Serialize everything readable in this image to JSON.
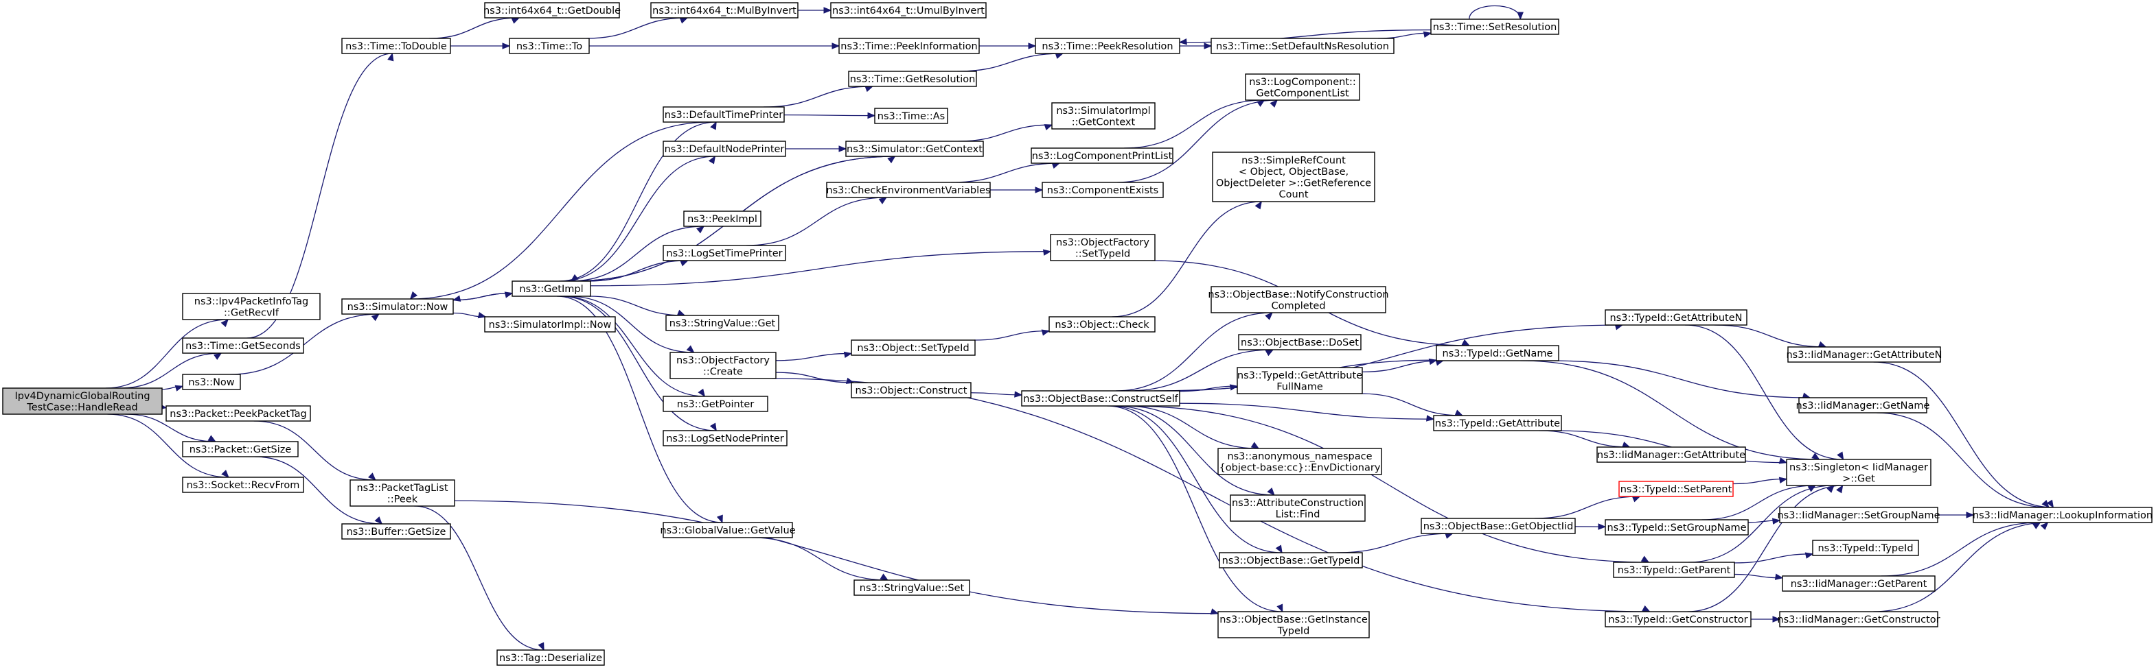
{
  "nodes": [
    {
      "id": "root",
      "lines": [
        "Ipv4DynamicGlobalRouting",
        "TestCase::HandleRead"
      ],
      "style": "root"
    },
    {
      "id": "ipv4pkt",
      "lines": [
        "ns3::Ipv4PacketInfoTag",
        "::GetRecvIf"
      ]
    },
    {
      "id": "getsec",
      "lines": [
        "ns3::Time::GetSeconds"
      ]
    },
    {
      "id": "now",
      "lines": [
        "ns3::Now"
      ]
    },
    {
      "id": "peekpkttag",
      "lines": [
        "ns3::Packet::PeekPacketTag"
      ]
    },
    {
      "id": "pktgetsize",
      "lines": [
        "ns3::Packet::GetSize"
      ]
    },
    {
      "id": "recvfrom",
      "lines": [
        "ns3::Socket::RecvFrom"
      ]
    },
    {
      "id": "todouble",
      "lines": [
        "ns3::Time::ToDouble"
      ]
    },
    {
      "id": "simnow",
      "lines": [
        "ns3::Simulator::Now"
      ]
    },
    {
      "id": "ptlpeek",
      "lines": [
        "ns3::PacketTagList",
        "::Peek"
      ]
    },
    {
      "id": "bufsize",
      "lines": [
        "ns3::Buffer::GetSize"
      ]
    },
    {
      "id": "getdouble",
      "lines": [
        "ns3::int64x64_t::GetDouble"
      ]
    },
    {
      "id": "timeto",
      "lines": [
        "ns3::Time::To"
      ]
    },
    {
      "id": "getimpl",
      "lines": [
        "ns3::GetImpl"
      ]
    },
    {
      "id": "simimplnow",
      "lines": [
        "ns3::SimulatorImpl::Now"
      ]
    },
    {
      "id": "tagdeser",
      "lines": [
        "ns3::Tag::Deserialize"
      ]
    },
    {
      "id": "mulbyinv",
      "lines": [
        "ns3::int64x64_t::MulByInvert"
      ]
    },
    {
      "id": "umulbyinv",
      "lines": [
        "ns3::int64x64_t::UmulByInvert"
      ]
    },
    {
      "id": "peekinfo",
      "lines": [
        "ns3::Time::PeekInformation"
      ]
    },
    {
      "id": "peekres",
      "lines": [
        "ns3::Time::PeekResolution"
      ]
    },
    {
      "id": "setdefres",
      "lines": [
        "ns3::Time::SetDefaultNsResolution"
      ]
    },
    {
      "id": "setres",
      "lines": [
        "ns3::Time::SetResolution"
      ]
    },
    {
      "id": "getres",
      "lines": [
        "ns3::Time::GetResolution"
      ]
    },
    {
      "id": "defaulttp",
      "lines": [
        "ns3::DefaultTimePrinter"
      ]
    },
    {
      "id": "timeas",
      "lines": [
        "ns3::Time::As"
      ]
    },
    {
      "id": "defaultnp",
      "lines": [
        "ns3::DefaultNodePrinter"
      ]
    },
    {
      "id": "simgetctx",
      "lines": [
        "ns3::Simulator::GetContext"
      ]
    },
    {
      "id": "simimplctx",
      "lines": [
        "ns3::SimulatorImpl",
        "::GetContext"
      ]
    },
    {
      "id": "peekimpl",
      "lines": [
        "ns3::PeekImpl"
      ]
    },
    {
      "id": "logsettp",
      "lines": [
        "ns3::LogSetTimePrinter"
      ]
    },
    {
      "id": "checkenv",
      "lines": [
        "ns3::CheckEnvironmentVariables"
      ]
    },
    {
      "id": "logcomplist",
      "lines": [
        "ns3::LogComponent::",
        "GetComponentList"
      ]
    },
    {
      "id": "logcompprint",
      "lines": [
        "ns3::LogComponentPrintList"
      ]
    },
    {
      "id": "compexists",
      "lines": [
        "ns3::ComponentExists"
      ]
    },
    {
      "id": "strvalget",
      "lines": [
        "ns3::StringValue::Get"
      ]
    },
    {
      "id": "objfcreate",
      "lines": [
        "ns3::ObjectFactory",
        "::Create"
      ]
    },
    {
      "id": "objfsettid",
      "lines": [
        "ns3::ObjectFactory",
        "::SetTypeId"
      ]
    },
    {
      "id": "simplerc",
      "lines": [
        "ns3::SimpleRefCount",
        "< Object, ObjectBase,",
        " ObjectDeleter >::GetReference",
        "Count"
      ]
    },
    {
      "id": "objsettid",
      "lines": [
        "ns3::Object::SetTypeId"
      ]
    },
    {
      "id": "objcheck",
      "lines": [
        "ns3::Object::Check"
      ]
    },
    {
      "id": "objconstruct",
      "lines": [
        "ns3::Object::Construct"
      ]
    },
    {
      "id": "getpointer",
      "lines": [
        "ns3::GetPointer"
      ]
    },
    {
      "id": "logsetnp",
      "lines": [
        "ns3::LogSetNodePrinter"
      ]
    },
    {
      "id": "gvgetval",
      "lines": [
        "ns3::GlobalValue::GetValue"
      ]
    },
    {
      "id": "strvalset",
      "lines": [
        "ns3::StringValue::Set"
      ]
    },
    {
      "id": "constructself",
      "lines": [
        "ns3::ObjectBase::ConstructSelf"
      ]
    },
    {
      "id": "notifyconst",
      "lines": [
        "ns3::ObjectBase::NotifyConstruction",
        "Completed"
      ]
    },
    {
      "id": "doset",
      "lines": [
        "ns3::ObjectBase::DoSet"
      ]
    },
    {
      "id": "getattrfull",
      "lines": [
        "ns3::TypeId::GetAttribute",
        "FullName"
      ]
    },
    {
      "id": "envdict",
      "lines": [
        "ns3::anonymous_namespace",
        "{object-base:cc}::EnvDictionary"
      ]
    },
    {
      "id": "attrconstfind",
      "lines": [
        "ns3::AttributeConstruction",
        "List::Find"
      ]
    },
    {
      "id": "obgettid",
      "lines": [
        "ns3::ObjectBase::GetTypeId"
      ]
    },
    {
      "id": "obgetinsttid",
      "lines": [
        "ns3::ObjectBase::GetInstance",
        "TypeId"
      ]
    },
    {
      "id": "obgetobjtid",
      "lines": [
        "ns3::ObjectBase::GetObjectIid"
      ]
    },
    {
      "id": "tidgetattrn",
      "lines": [
        "ns3::TypeId::GetAttributeN"
      ]
    },
    {
      "id": "tidgetname",
      "lines": [
        "ns3::TypeId::GetName"
      ]
    },
    {
      "id": "tidgetattr",
      "lines": [
        "ns3::TypeId::GetAttribute"
      ]
    },
    {
      "id": "tidsetparent",
      "lines": [
        "ns3::TypeId::SetParent"
      ],
      "style": "red"
    },
    {
      "id": "tidsetgroup",
      "lines": [
        "ns3::TypeId::SetGroupName"
      ]
    },
    {
      "id": "tidgetparent",
      "lines": [
        "ns3::TypeId::GetParent"
      ]
    },
    {
      "id": "tidgetctor",
      "lines": [
        "ns3::TypeId::GetConstructor"
      ]
    },
    {
      "id": "iidgetattrn",
      "lines": [
        "ns3::IidManager::GetAttributeN"
      ]
    },
    {
      "id": "iidgetname",
      "lines": [
        "ns3::IidManager::GetName"
      ]
    },
    {
      "id": "iidgetattr",
      "lines": [
        "ns3::IidManager::GetAttribute"
      ]
    },
    {
      "id": "singleton",
      "lines": [
        "ns3::Singleton< IidManager",
        " >::Get"
      ]
    },
    {
      "id": "iidsetgroup",
      "lines": [
        "ns3::IidManager::SetGroupName"
      ]
    },
    {
      "id": "tidtid",
      "lines": [
        "ns3::TypeId::TypeId"
      ]
    },
    {
      "id": "iidgetparent",
      "lines": [
        "ns3::IidManager::GetParent"
      ]
    },
    {
      "id": "iidgetctor",
      "lines": [
        "ns3::IidManager::GetConstructor"
      ]
    },
    {
      "id": "iidlookup",
      "lines": [
        "ns3::IidManager::LookupInformation"
      ]
    }
  ],
  "edges": [
    [
      "root",
      "ipv4pkt"
    ],
    [
      "root",
      "getsec"
    ],
    [
      "root",
      "now"
    ],
    [
      "root",
      "peekpkttag"
    ],
    [
      "root",
      "pktgetsize"
    ],
    [
      "root",
      "recvfrom"
    ],
    [
      "getsec",
      "todouble"
    ],
    [
      "now",
      "simnow"
    ],
    [
      "peekpkttag",
      "ptlpeek"
    ],
    [
      "pktgetsize",
      "bufsize"
    ],
    [
      "todouble",
      "getdouble"
    ],
    [
      "todouble",
      "timeto"
    ],
    [
      "simnow",
      "getimpl"
    ],
    [
      "simnow",
      "simimplnow"
    ],
    [
      "ptlpeek",
      "tagdeser"
    ],
    [
      "ptlpeek",
      "obgetinsttid"
    ],
    [
      "timeto",
      "mulbyinv"
    ],
    [
      "timeto",
      "peekinfo"
    ],
    [
      "mulbyinv",
      "umulbyinv"
    ],
    [
      "peekinfo",
      "peekres"
    ],
    [
      "peekres",
      "setdefres"
    ],
    [
      "setdefres",
      "setres"
    ],
    [
      "setres",
      "setres"
    ],
    [
      "setres",
      "peekres"
    ],
    [
      "getres",
      "peekres"
    ],
    [
      "getimpl",
      "defaulttp"
    ],
    [
      "getimpl",
      "defaultnp"
    ],
    [
      "getimpl",
      "simgetctx"
    ],
    [
      "getimpl",
      "peekimpl"
    ],
    [
      "getimpl",
      "logsettp"
    ],
    [
      "getimpl",
      "objfsettid"
    ],
    [
      "getimpl",
      "strvalget"
    ],
    [
      "getimpl",
      "objfcreate"
    ],
    [
      "getimpl",
      "getpointer"
    ],
    [
      "getimpl",
      "logsetnp"
    ],
    [
      "getimpl",
      "gvgetval"
    ],
    [
      "getimpl",
      "simnow"
    ],
    [
      "defaulttp",
      "getres"
    ],
    [
      "defaulttp",
      "timeas"
    ],
    [
      "defaulttp",
      "simnow"
    ],
    [
      "defaultnp",
      "simgetctx"
    ],
    [
      "simgetctx",
      "simimplctx"
    ],
    [
      "simgetctx",
      "getimpl"
    ],
    [
      "logsettp",
      "checkenv"
    ],
    [
      "checkenv",
      "logcompprint"
    ],
    [
      "checkenv",
      "compexists"
    ],
    [
      "logcompprint",
      "logcomplist"
    ],
    [
      "compexists",
      "logcomplist"
    ],
    [
      "objfsettid",
      "tidgetname"
    ],
    [
      "objfcreate",
      "objsettid"
    ],
    [
      "objfcreate",
      "objconstruct"
    ],
    [
      "objfcreate",
      "tidgetctor"
    ],
    [
      "objsettid",
      "objcheck"
    ],
    [
      "objcheck",
      "simplerc"
    ],
    [
      "objconstruct",
      "constructself"
    ],
    [
      "gvgetval",
      "strvalset"
    ],
    [
      "constructself",
      "notifyconst"
    ],
    [
      "constructself",
      "doset"
    ],
    [
      "constructself",
      "getattrfull"
    ],
    [
      "constructself",
      "envdict"
    ],
    [
      "constructself",
      "attrconstfind"
    ],
    [
      "constructself",
      "obgettid"
    ],
    [
      "constructself",
      "obgetinsttid"
    ],
    [
      "constructself",
      "tidgetattrn"
    ],
    [
      "constructself",
      "tidgetname"
    ],
    [
      "constructself",
      "tidgetattr"
    ],
    [
      "constructself",
      "tidgetparent"
    ],
    [
      "getattrfull",
      "tidgetname"
    ],
    [
      "getattrfull",
      "tidgetattr"
    ],
    [
      "obgettid",
      "obgetobjtid"
    ],
    [
      "obgetobjtid",
      "tidsetparent"
    ],
    [
      "obgetobjtid",
      "tidsetgroup"
    ],
    [
      "tidgetattrn",
      "iidgetattrn"
    ],
    [
      "tidgetattrn",
      "singleton"
    ],
    [
      "tidgetname",
      "iidgetname"
    ],
    [
      "tidgetname",
      "singleton"
    ],
    [
      "tidgetattr",
      "iidgetattr"
    ],
    [
      "tidgetattr",
      "singleton"
    ],
    [
      "tidsetparent",
      "singleton"
    ],
    [
      "tidsetgroup",
      "singleton"
    ],
    [
      "tidsetgroup",
      "iidsetgroup"
    ],
    [
      "tidgetparent",
      "singleton"
    ],
    [
      "tidgetparent",
      "tidtid"
    ],
    [
      "tidgetparent",
      "iidgetparent"
    ],
    [
      "tidgetctor",
      "singleton"
    ],
    [
      "tidgetctor",
      "iidgetctor"
    ],
    [
      "iidgetattrn",
      "iidlookup"
    ],
    [
      "iidgetname",
      "iidlookup"
    ],
    [
      "iidsetgroup",
      "iidlookup"
    ],
    [
      "iidgetparent",
      "iidlookup"
    ],
    [
      "iidgetctor",
      "iidlookup"
    ]
  ]
}
